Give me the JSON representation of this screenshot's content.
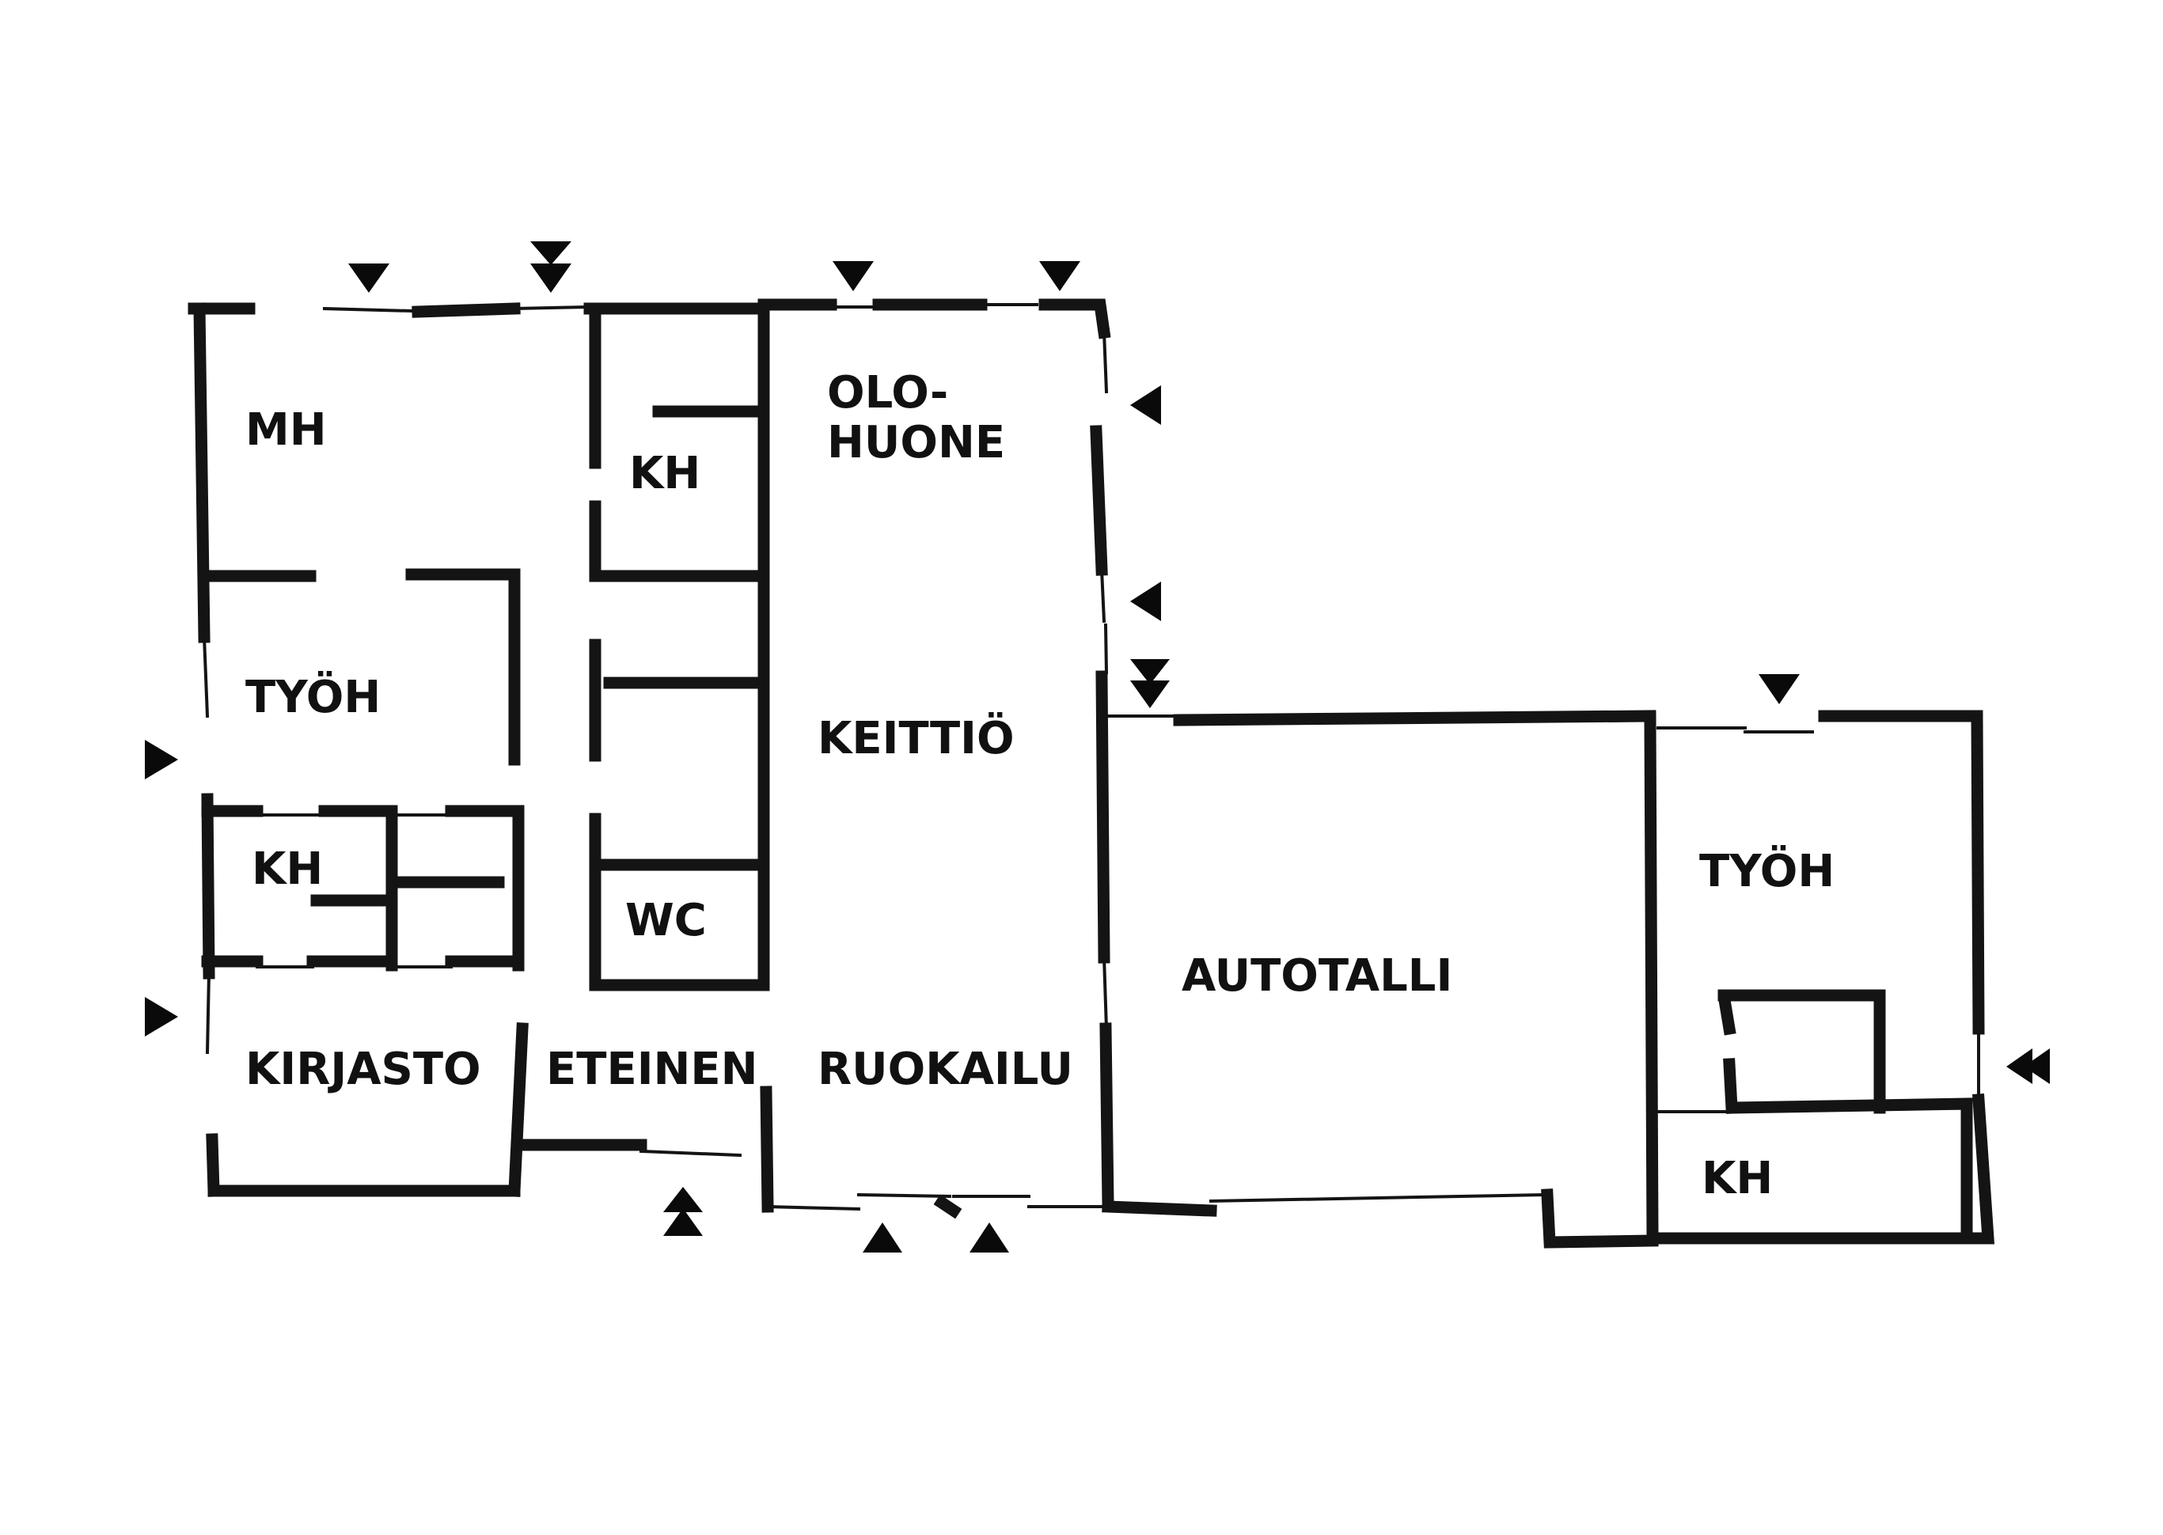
{
  "rooms": {
    "mh": "MH",
    "kh1": "KH",
    "olohuone_1": "OLO-",
    "olohuone_2": "HUONE",
    "tyoh1": "TYÖH",
    "keittio": "KEITTIÖ",
    "kh2": "KH",
    "wc": "WC",
    "autotalli": "AUTOTALLI",
    "tyoh2": "TYÖH",
    "kirjasto": "KIRJASTO",
    "eteinen": "ETEINEN",
    "ruokailu": "RUOKAILU",
    "kh3": "KH"
  },
  "colors": {
    "ink": "#141414",
    "background": "#ffffff"
  },
  "icons": {
    "window_marker": "triangle-icon",
    "entrance_marker": "double-triangle-icon"
  }
}
